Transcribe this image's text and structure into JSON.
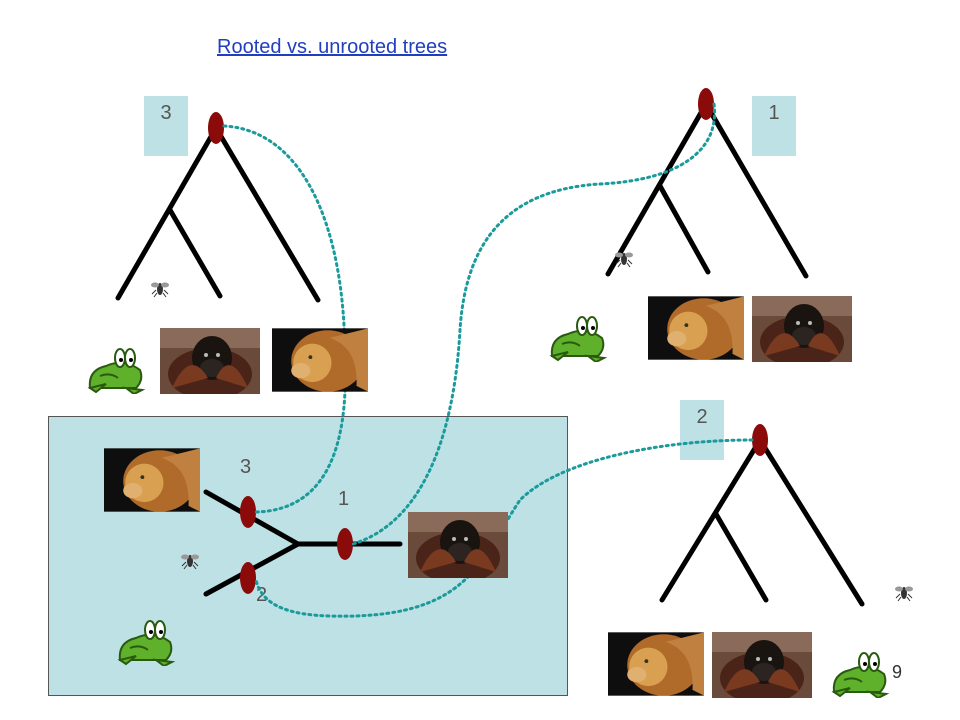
{
  "title": "Rooted vs. unrooted trees",
  "labels": {
    "tree_a_box": "3",
    "tree_b_box": "1",
    "tree_c_box": "2",
    "unrooted_3": "3",
    "unrooted_1": "1",
    "unrooted_2": "2"
  },
  "page_number": "9",
  "colors": {
    "branch": "#000000",
    "root_node": "#8b0a0a",
    "dotted_link": "#1a9a9a",
    "label_box": "#bde1e4"
  },
  "icons": [
    "frog-icon",
    "fly-icon",
    "orangutan-photo",
    "lion-photo"
  ]
}
